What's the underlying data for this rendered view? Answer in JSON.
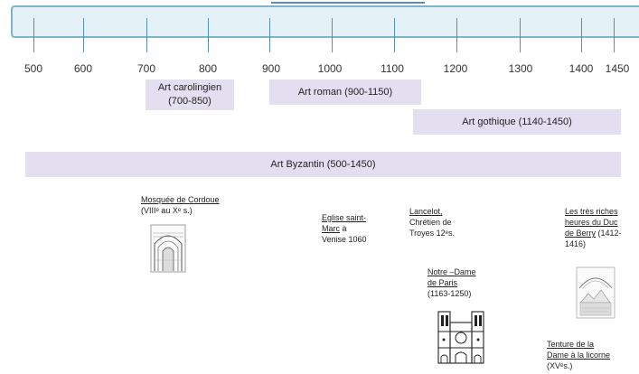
{
  "timeline": {
    "ticks": [
      "500",
      "600",
      "700",
      "800",
      "900",
      "1000",
      "1100",
      "1200",
      "1300",
      "1400",
      "1450"
    ]
  },
  "periods": {
    "carolingien": {
      "line1": "Art carolingien",
      "line2": "(700-850)"
    },
    "roman": "Art roman (900-1150)",
    "gothique": "Art gothique (1140-1450)",
    "byzantin": "Art Byzantin (500-1450)"
  },
  "works": {
    "cordoue": {
      "title": "Mosquée de Cordoue",
      "note": "(VIIIᵉ au Xᵉ s.)"
    },
    "saint_marc": {
      "title1": "Eglise saint-",
      "title2": "Marc",
      "rest1": " à",
      "rest2": "Venise 1060"
    },
    "lancelot": {
      "title": "Lancelot,",
      "note1": "Chrétien de",
      "note2": "Troyes 12ᵉs."
    },
    "notre_dame": {
      "title1": "Notre –Dame",
      "title2": "de Paris",
      "note": "(1163-1250)"
    },
    "berry": {
      "title1": "Les très riches",
      "title2": "heures du Duc",
      "title3": "de Berry",
      "note1": " (1412-",
      "note2": "1416)"
    },
    "licorne": {
      "title1": "Tenture de la",
      "title2": "Dame à la licorne",
      "note": "(XVᵉs.)"
    }
  }
}
